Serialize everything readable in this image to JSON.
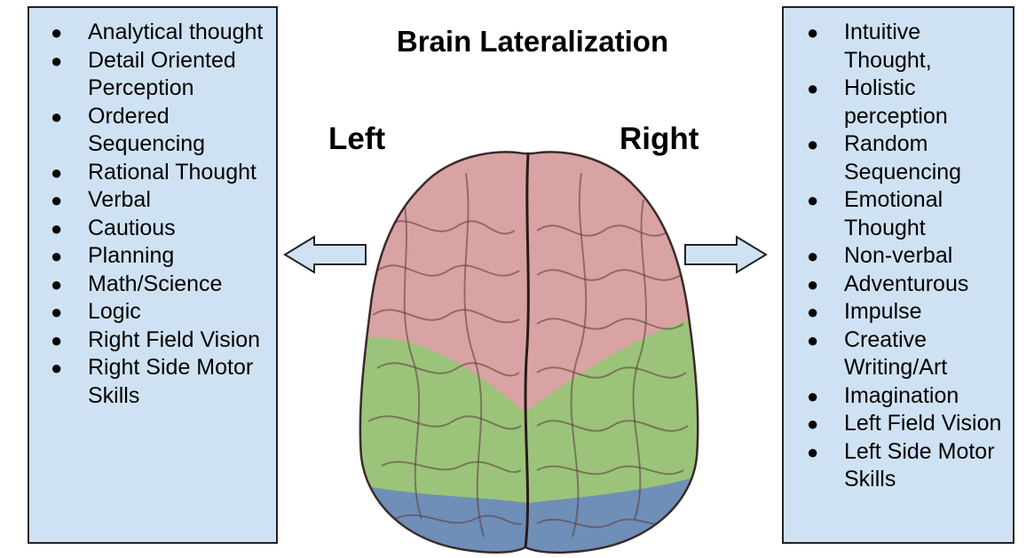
{
  "title": "Brain Lateralization",
  "labels": {
    "left": "Left",
    "right": "Right"
  },
  "left_list": [
    "Analytical thought",
    "Detail Oriented Perception",
    "Ordered Sequencing",
    "Rational Thought",
    "Verbal",
    "Cautious",
    "Planning",
    "Math/Science",
    "Logic",
    "Right Field Vision",
    "Right Side Motor Skills"
  ],
  "right_list": [
    "Intuitive Thought,",
    "Holistic perception",
    "Random Sequencing",
    "Emotional Thought",
    "Non-verbal",
    "Adventurous",
    "Impulse",
    "Creative Writing/Art",
    "Imagination",
    "Left Field Vision",
    "Left Side Motor Skills"
  ],
  "bullet": "●",
  "colors": {
    "panel_fill": "#cfe2f3",
    "frontal_lobe": "#d9a3a3",
    "parietal_lobe": "#9bc47a",
    "occipital_lobe": "#6f8fb8"
  }
}
